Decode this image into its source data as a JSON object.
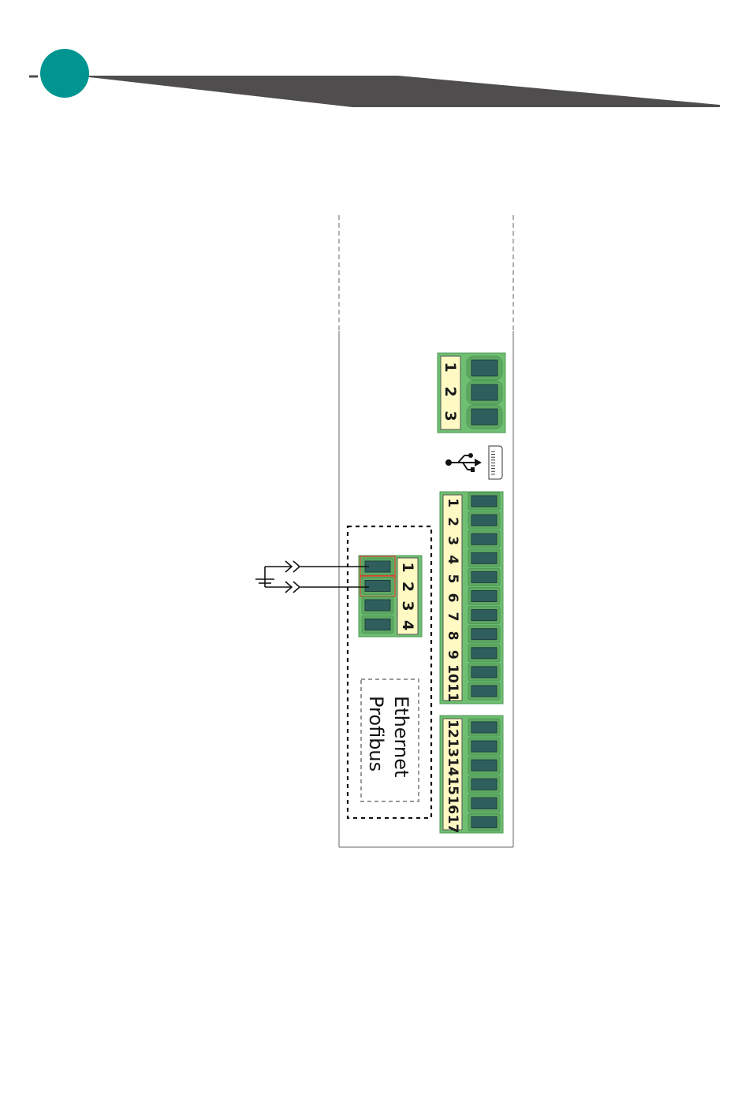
{
  "colors": {
    "header_circle": "#009590",
    "header_band": "#4f4d4e",
    "terminal_green": "#6fbf73",
    "terminal_green_dark": "#4f9a54",
    "socket": "#2f5f5d",
    "label_bg": "#fff9c4",
    "highlight": "#d9402a"
  },
  "icons": [
    "usb-icon",
    "micro-usb-port-icon",
    "ground-symbol-icon"
  ],
  "terminals": {
    "top_block": [
      "1",
      "2",
      "3"
    ],
    "main_block": [
      "1",
      "2",
      "3",
      "4",
      "5",
      "6",
      "7",
      "8",
      "9",
      "10",
      "11"
    ],
    "lower_block": [
      "12",
      "13",
      "14",
      "15",
      "16",
      "17"
    ],
    "option_block": [
      "1",
      "2",
      "3",
      "4"
    ]
  },
  "option_module": {
    "line1": "Ethernet",
    "line2": "Profibus"
  }
}
